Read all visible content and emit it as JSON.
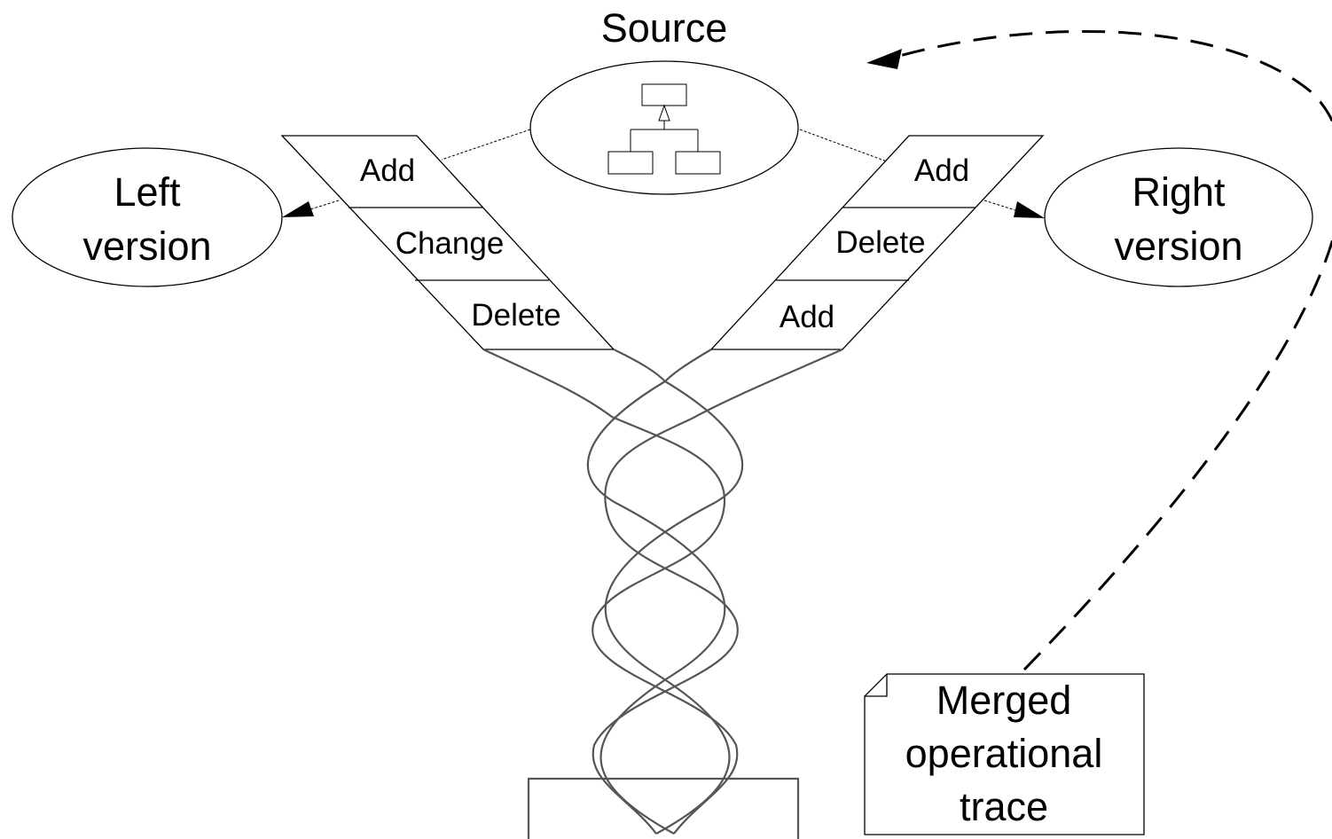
{
  "source": {
    "label": "Source"
  },
  "left_version": {
    "line1": "Left",
    "line2": "version"
  },
  "right_version": {
    "line1": "Right",
    "line2": "version"
  },
  "left_trace": {
    "ops": [
      "Add",
      "Change",
      "Delete"
    ]
  },
  "right_trace": {
    "ops": [
      "Add",
      "Delete",
      "Add"
    ]
  },
  "note": {
    "line1": "Merged",
    "line2": "operational",
    "line3": "trace"
  },
  "colors": {
    "stroke": "#000000",
    "strand": "#555555",
    "background": "#ffffff"
  },
  "icons": {
    "source_model": "class-hierarchy-icon"
  }
}
